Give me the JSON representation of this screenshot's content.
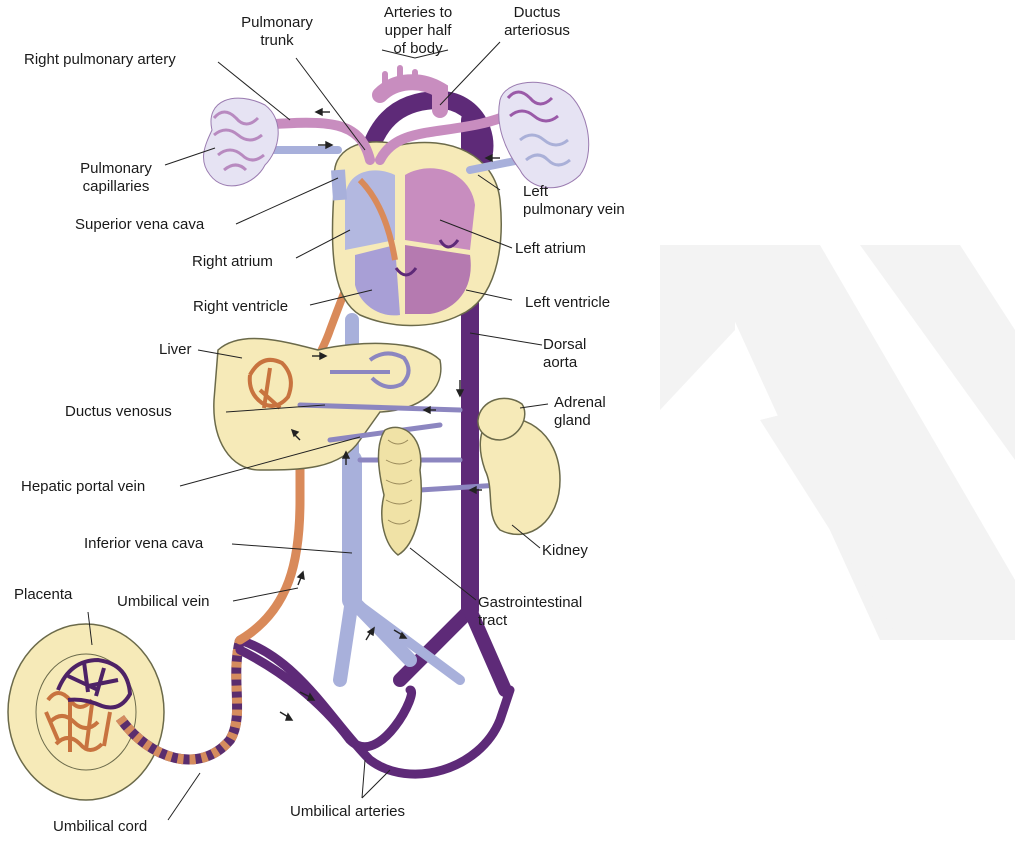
{
  "labels": {
    "pulmonary_trunk": [
      "Pulmonary",
      "trunk"
    ],
    "arteries_upper": [
      "Arteries to",
      "upper half",
      "of body"
    ],
    "ductus_arteriosus": [
      "Ductus",
      "arteriosus"
    ],
    "right_pulmonary_artery": "Right pulmonary artery",
    "pulmonary_capillaries": [
      "Pulmonary",
      "capillaries"
    ],
    "superior_vena_cava": "Superior vena cava",
    "left_pulmonary_vein": [
      "Left",
      "pulmonary vein"
    ],
    "right_atrium": "Right atrium",
    "left_atrium": "Left atrium",
    "right_ventricle": "Right ventricle",
    "left_ventricle": "Left ventricle",
    "liver": "Liver",
    "dorsal_aorta": [
      "Dorsal",
      "aorta"
    ],
    "ductus_venosus": "Ductus venosus",
    "adrenal_gland": [
      "Adrenal",
      "gland"
    ],
    "hepatic_portal_vein": "Hepatic portal vein",
    "inferior_vena_cava": "Inferior vena cava",
    "kidney": "Kidney",
    "placenta": "Placenta",
    "umbilical_vein": "Umbilical vein",
    "gastrointestinal_tract": [
      "Gastrointestinal",
      "tract"
    ],
    "umbilical_cord": "Umbilical cord",
    "umbilical_arteries": "Umbilical arteries"
  },
  "colors": {
    "oxygenated": "#d98a5a",
    "deoxygenated": "#a8b0db",
    "arterial_purple": "#6b3480",
    "pulmonary_pink": "#c88dbf",
    "tissue": "#f6eab8",
    "tissue_stroke": "#6b6a4a",
    "leader": "#222222",
    "watermark": "#f2f2f2"
  }
}
